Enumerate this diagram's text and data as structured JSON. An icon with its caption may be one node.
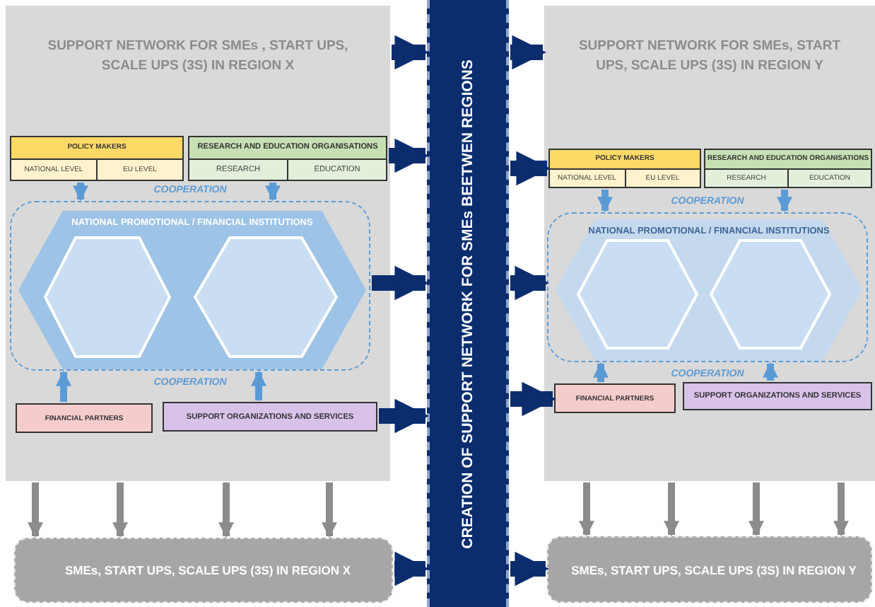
{
  "diagram": {
    "nodes": [
      {
        "text": [
          "SUPPORT NETWORK FOR SMEs , START UPS, SCALE UPS (3S) IN REGION X"
        ]
      },
      {
        "text": [
          "POLICY MAKERS",
          "NATIONAL LEVEL",
          "EU LEVEL"
        ],
        "in": 0
      },
      {
        "text": [
          "RESEARCH AND EDUCATION ORGANISATIONS",
          "RESEARCH",
          "EDUCATION"
        ],
        "in": 0
      },
      {
        "text": [
          "COOPERATION"
        ],
        "beside": [
          "COOPERATION"
        ],
        "in": 0
      },
      {
        "text": [
          "NATIONAL PROMOTIONAL / FINANCIAL INSTITUTIONS"
        ],
        "in": 3
      },
      {
        "text": [],
        "shape": "hexagon",
        "in": 4
      },
      {
        "text": [],
        "shape": "hexagon",
        "in": 4
      },
      {
        "text": [
          "FINANCIAL PARTNERS"
        ],
        "in": 0
      },
      {
        "text": [
          "SUPPORT ORGANIZATIONS AND SERVICES"
        ],
        "in": 0
      },
      {
        "text": [
          "SUPPORT NETWORK FOR SMEs, START UPS, SCALE UPS (3S) IN REGION Y"
        ]
      },
      {
        "text": [
          "POLICY MAKERS",
          "NATIONAL LEVEL",
          "EU LEVEL"
        ],
        "in": 9
      },
      {
        "text": [
          "RESEARCH AND EDUCATION ORGANISATIONS",
          "RESEARCH",
          "EDUCATION"
        ],
        "in": 9
      },
      {
        "text": [
          "COOPERATION"
        ],
        "beside": [
          "COOPERATION"
        ],
        "in": 9
      },
      {
        "text": [
          "NATIONAL PROMOTIONAL / FINANCIAL INSTITUTIONS"
        ],
        "in": 12
      },
      {
        "text": [],
        "shape": "hexagon",
        "in": 13
      },
      {
        "text": [],
        "shape": "hexagon",
        "in": 13
      },
      {
        "text": [
          "FINANCIAL PARTNERS"
        ],
        "in": 9
      },
      {
        "text": [
          "SUPPORT ORGANIZATIONS AND SERVICES"
        ],
        "in": 9
      },
      {
        "text": [
          "CREATION OF SUPPORT NETWORK FOR SMEs BEETWEN REGIONS"
        ]
      },
      {
        "text": [
          "SMEs, START UPS, SCALE UPS (3S) IN REGION X"
        ]
      },
      {
        "text": [
          "SMEs, START UPS, SCALE UPS (3S) IN REGION Y"
        ]
      }
    ],
    "edges": [
      {
        "from": 1,
        "to": 3,
        "arrow": "to",
        "color": "#5b9bd5"
      },
      {
        "from": 2,
        "to": 3,
        "arrow": "to",
        "color": "#5b9bd5"
      },
      {
        "from": 7,
        "to": 3,
        "arrow": "to",
        "color": "#5b9bd5"
      },
      {
        "from": 8,
        "to": 3,
        "arrow": "to",
        "color": "#5b9bd5"
      },
      {
        "from": 10,
        "to": 12,
        "arrow": "to",
        "color": "#5b9bd5"
      },
      {
        "from": 11,
        "to": 12,
        "arrow": "to",
        "color": "#5b9bd5"
      },
      {
        "from": 16,
        "to": 12,
        "arrow": "to",
        "color": "#5b9bd5"
      },
      {
        "from": 17,
        "to": 12,
        "arrow": "to",
        "color": "#5b9bd5"
      },
      {
        "from": 0,
        "to": 18,
        "arrow": "to",
        "style": "thick",
        "color": "#0b2d6e"
      },
      {
        "from": 2,
        "to": 18,
        "arrow": "to",
        "style": "thick",
        "color": "#0b2d6e"
      },
      {
        "from": 3,
        "to": 18,
        "arrow": "to",
        "style": "thick",
        "color": "#0b2d6e"
      },
      {
        "from": 8,
        "to": 18,
        "arrow": "to",
        "style": "thick",
        "color": "#0b2d6e"
      },
      {
        "from": 19,
        "to": 18,
        "arrow": "to",
        "style": "thick",
        "color": "#0b2d6e"
      },
      {
        "from": 18,
        "to": 9,
        "arrow": "to",
        "style": "thick",
        "color": "#0b2d6e"
      },
      {
        "from": 18,
        "to": 10,
        "arrow": "to",
        "style": "thick",
        "color": "#0b2d6e"
      },
      {
        "from": 18,
        "to": 12,
        "arrow": "to",
        "style": "thick",
        "color": "#0b2d6e"
      },
      {
        "from": 18,
        "to": 16,
        "arrow": "to",
        "style": "thick",
        "color": "#0b2d6e"
      },
      {
        "from": 18,
        "to": 20,
        "arrow": "to",
        "style": "thick",
        "color": "#0b2d6e"
      },
      {
        "from": 0,
        "to": 19,
        "arrow": "to",
        "color": "#8c8c8c"
      },
      {
        "from": 0,
        "to": 19,
        "arrow": "to",
        "color": "#8c8c8c"
      },
      {
        "from": 0,
        "to": 19,
        "arrow": "to",
        "color": "#8c8c8c"
      },
      {
        "from": 0,
        "to": 19,
        "arrow": "to",
        "color": "#8c8c8c"
      },
      {
        "from": 9,
        "to": 20,
        "arrow": "to",
        "color": "#8c8c8c"
      },
      {
        "from": 9,
        "to": 20,
        "arrow": "to",
        "color": "#8c8c8c"
      },
      {
        "from": 9,
        "to": 20,
        "arrow": "to",
        "color": "#8c8c8c"
      },
      {
        "from": 9,
        "to": 20,
        "arrow": "to",
        "color": "#8c8c8c"
      }
    ]
  }
}
